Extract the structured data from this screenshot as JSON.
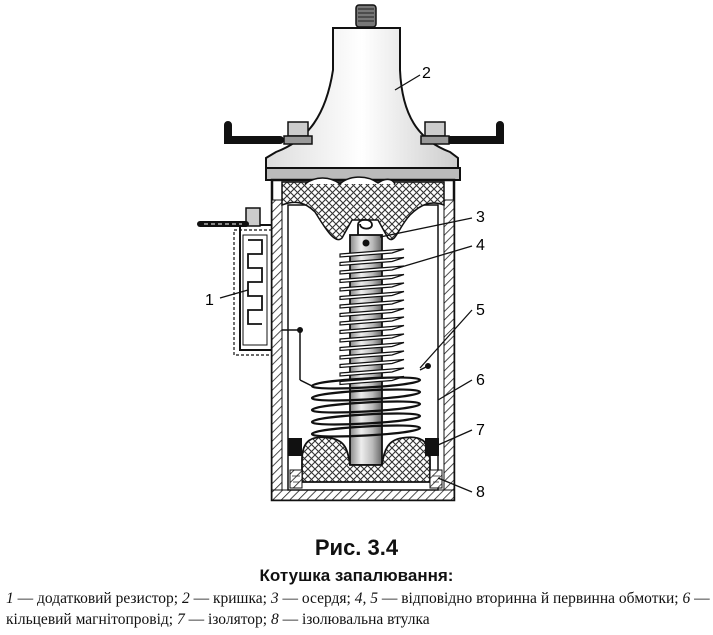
{
  "figure": {
    "title": "Рис. 3.4",
    "subtitle": "Котушка запалювання:",
    "legend": [
      {
        "num": "1",
        "text": " — додатковий резистор; "
      },
      {
        "num": "2",
        "text": " — кришка; "
      },
      {
        "num": "3",
        "text": " — осердя; "
      },
      {
        "num": "4, 5",
        "text": " — відповідно вторинна й первинна обмотки; "
      },
      {
        "num": "6",
        "text": " — кільцевий магнітопровід; "
      },
      {
        "num": "7",
        "text": " — ізолятор; "
      },
      {
        "num": "8",
        "text": " — ізолювальна втулка"
      }
    ]
  },
  "labels": {
    "l1": "1",
    "l2": "2",
    "l3": "3",
    "l4": "4",
    "l5": "5",
    "l6": "6",
    "l7": "7",
    "l8": "8"
  },
  "colors": {
    "ink": "#111111",
    "hatch": "#444444",
    "paper": "#ffffff",
    "ghost": "#cfcfcf"
  }
}
